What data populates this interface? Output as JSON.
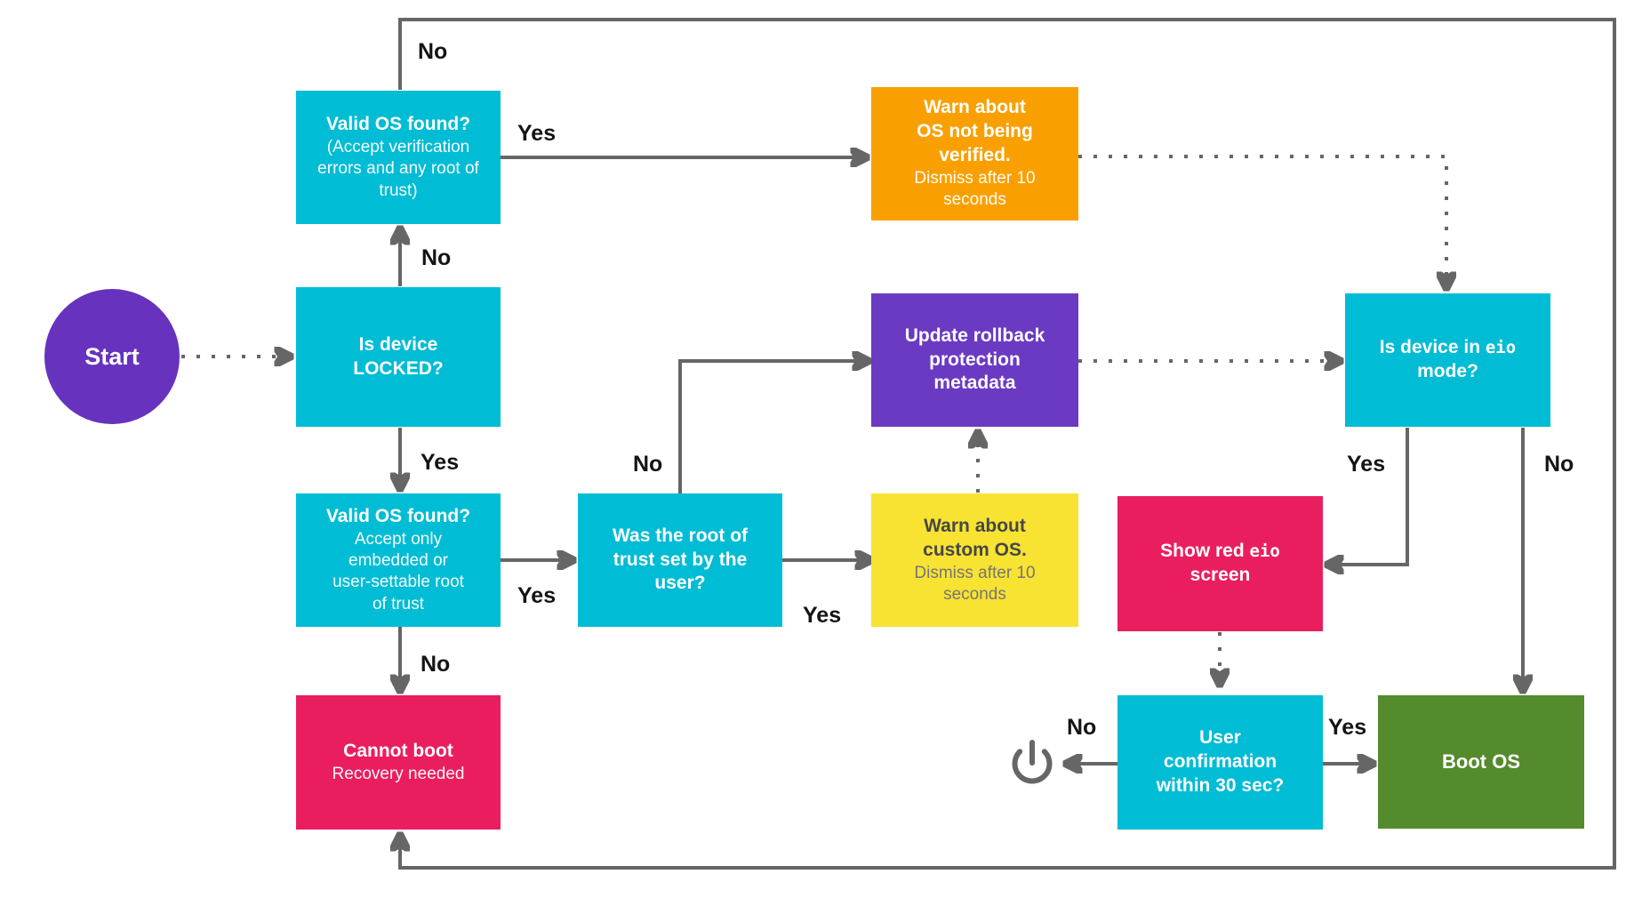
{
  "colors": {
    "cyan": "#00BCD4",
    "orange": "#F9A000",
    "purple": "#6B3AC2",
    "start_purple": "#6732BD",
    "yellow": "#F8E333",
    "pink": "#EA1E5F",
    "green": "#548B2C",
    "arrow": "#666666",
    "label": "#141414",
    "yellow_text": "#474747",
    "yellow_sub": "#757575"
  },
  "nodes": {
    "start": {
      "label": "Start"
    },
    "valid_os_any": {
      "title": "Valid OS found?",
      "subtitle": "(Accept verification errors and any root of trust)"
    },
    "warn_not_verified": {
      "title": "Warn about OS not being verified.",
      "subtitle": "Dismiss after 10 seconds"
    },
    "is_locked": {
      "title": "Is device LOCKED?"
    },
    "update_rollback": {
      "title": "Update rollback protection metadata"
    },
    "is_eio": {
      "pre": "Is device in ",
      "mono": "eio",
      "post": " mode?"
    },
    "valid_os_user": {
      "title": "Valid OS found?",
      "subtitle": "Accept only embedded or user-settable root of trust"
    },
    "root_of_trust_user": {
      "title": "Was the root of trust set by the user?"
    },
    "warn_custom": {
      "title": "Warn about custom OS.",
      "subtitle": "Dismiss after 10 seconds"
    },
    "show_red_eio": {
      "pre": "Show red ",
      "mono": "eio",
      "post": " screen"
    },
    "cannot_boot": {
      "title": "Cannot boot",
      "subtitle": "Recovery needed"
    },
    "user_confirmation": {
      "title": "User confirmation within 30 sec?"
    },
    "boot_os": {
      "title": "Boot OS"
    }
  },
  "edges": {
    "valid_any_no": "No",
    "valid_any_yes": "Yes",
    "locked_no": "No",
    "locked_yes": "Yes",
    "valid_user_yes": "Yes",
    "valid_user_no": "No",
    "root_no": "No",
    "root_yes": "Yes",
    "eio_yes": "Yes",
    "eio_no": "No",
    "userconf_no": "No",
    "userconf_yes": "Yes"
  }
}
